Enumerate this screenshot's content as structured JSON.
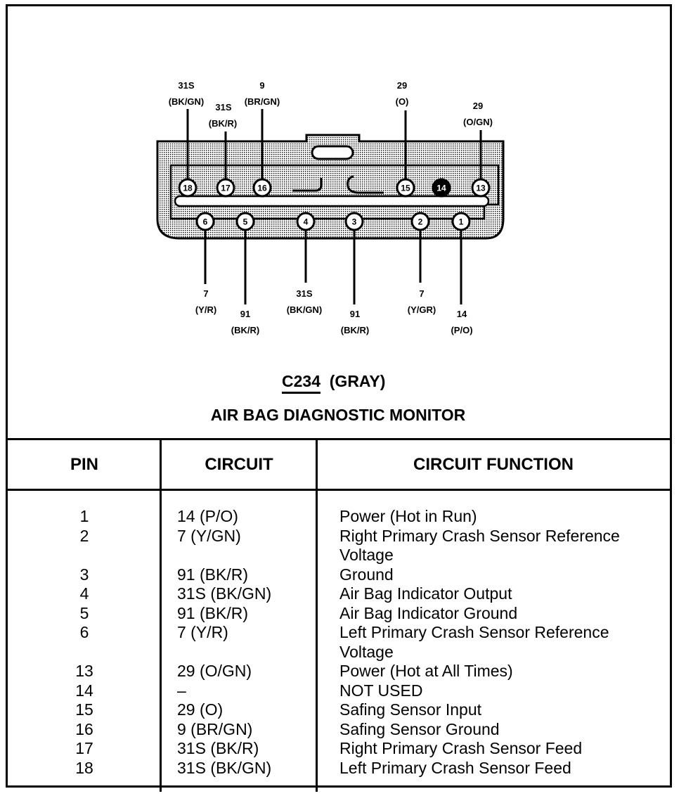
{
  "connector": {
    "id": "C234",
    "color_label": "(GRAY)",
    "title": "AIR BAG DIAGNOSTIC MONITOR",
    "top_pins": [
      {
        "pin": "18",
        "circuit": "31S",
        "wire": "(BK/GN)",
        "filled": false
      },
      {
        "pin": "17",
        "circuit": "31S",
        "wire": "(BK/R)",
        "filled": false
      },
      {
        "pin": "16",
        "circuit": "9",
        "wire": "(BR/GN)",
        "filled": false
      },
      {
        "pin": "15",
        "circuit": "29",
        "wire": "(O)",
        "filled": false
      },
      {
        "pin": "14",
        "circuit": "",
        "wire": "",
        "filled": true
      },
      {
        "pin": "13",
        "circuit": "29",
        "wire": "(O/GN)",
        "filled": false
      }
    ],
    "bottom_pins": [
      {
        "pin": "6",
        "circuit": "7",
        "wire": "(Y/R)"
      },
      {
        "pin": "5",
        "circuit": "91",
        "wire": "(BK/R)"
      },
      {
        "pin": "4",
        "circuit": "31S",
        "wire": "(BK/GN)"
      },
      {
        "pin": "3",
        "circuit": "91",
        "wire": "(BK/R)"
      },
      {
        "pin": "2",
        "circuit": "7",
        "wire": "(Y/GR)"
      },
      {
        "pin": "1",
        "circuit": "14",
        "wire": "(P/O)"
      }
    ]
  },
  "table": {
    "headers": {
      "pin": "PIN",
      "circuit": "CIRCUIT",
      "function": "CIRCUIT FUNCTION"
    },
    "pin_lines": [
      "1",
      "2",
      "",
      "3",
      "4",
      "5",
      "6",
      "",
      "13",
      "14",
      "15",
      "16",
      "17",
      "18"
    ],
    "circuit_lines": [
      "14 (P/O)",
      "7 (Y/GN)",
      "",
      "91 (BK/R)",
      "31S (BK/GN)",
      "91 (BK/R)",
      "7 (Y/R)",
      "",
      "29 (O/GN)",
      "–",
      "29 (O)",
      "9 (BR/GN)",
      "31S (BK/R)",
      "31S (BK/GN)"
    ],
    "function_lines": [
      "Power (Hot in Run)",
      "Right Primary Crash Sensor Reference",
      "Voltage",
      "Ground",
      "Air Bag Indicator Output",
      "Air Bag Indicator Ground",
      "Left Primary Crash Sensor Reference",
      "Voltage",
      "Power (Hot at All Times)",
      "NOT USED",
      "Safing Sensor Input",
      "Safing Sensor Ground",
      "Right Primary Crash Sensor Feed",
      "Left Primary Crash Sensor Feed"
    ]
  }
}
